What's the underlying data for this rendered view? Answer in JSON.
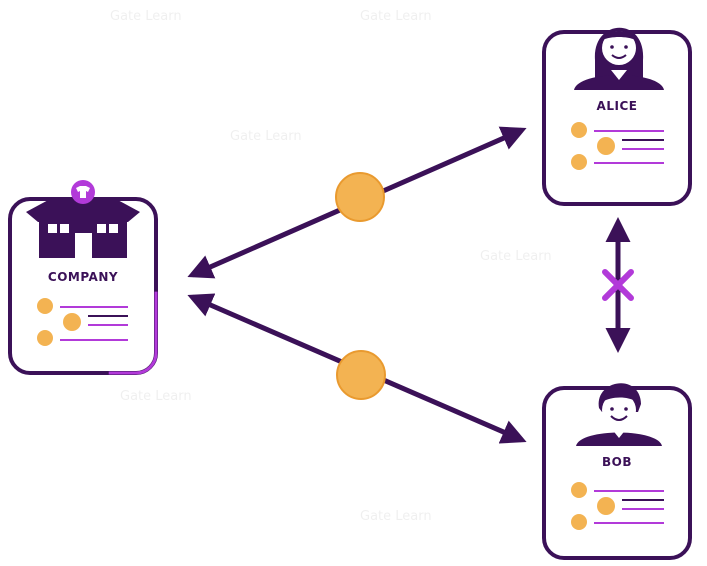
{
  "nodes": {
    "company": {
      "label": "COMPANY"
    },
    "alice": {
      "label": "ALICE"
    },
    "bob": {
      "label": "BOB"
    }
  },
  "connections": [
    {
      "from": "company",
      "to": "alice",
      "type": "two-way",
      "token": "coin"
    },
    {
      "from": "company",
      "to": "bob",
      "type": "two-way",
      "token": "coin"
    },
    {
      "from": "alice",
      "to": "bob",
      "type": "two-way",
      "status": "blocked",
      "marker": "cross"
    }
  ],
  "watermark": "Gate Learn",
  "colors": {
    "primary": "#3b1158",
    "accent": "#b23ad9",
    "coin": "#f3b352",
    "coin_edge": "#e99a2f"
  }
}
